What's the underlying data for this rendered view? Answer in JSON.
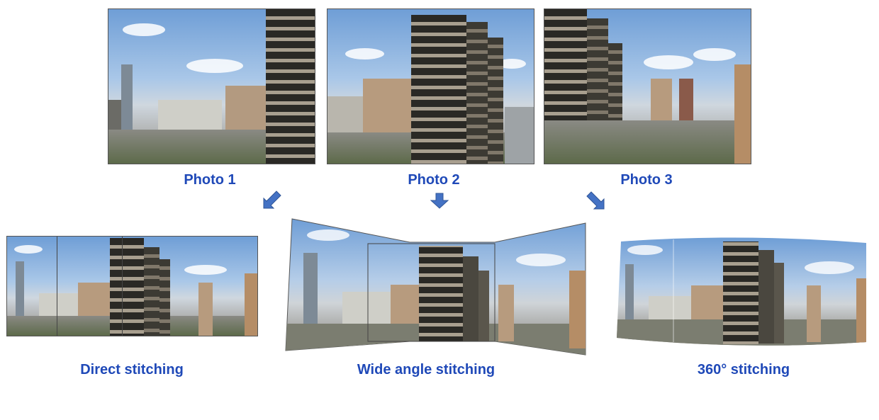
{
  "photos": {
    "photo1_label": "Photo 1",
    "photo2_label": "Photo 2",
    "photo3_label": "Photo 3"
  },
  "results": {
    "direct_label": "Direct stitching",
    "wide_label": "Wide angle stitching",
    "sphere_label": "360° stitching"
  },
  "colors": {
    "label": "#1f49b8",
    "arrow": "#4472c4",
    "arrow_outline": "#2f5597"
  },
  "icons": [
    "arrow-down-right-icon",
    "arrow-down-icon",
    "arrow-down-left-icon"
  ]
}
